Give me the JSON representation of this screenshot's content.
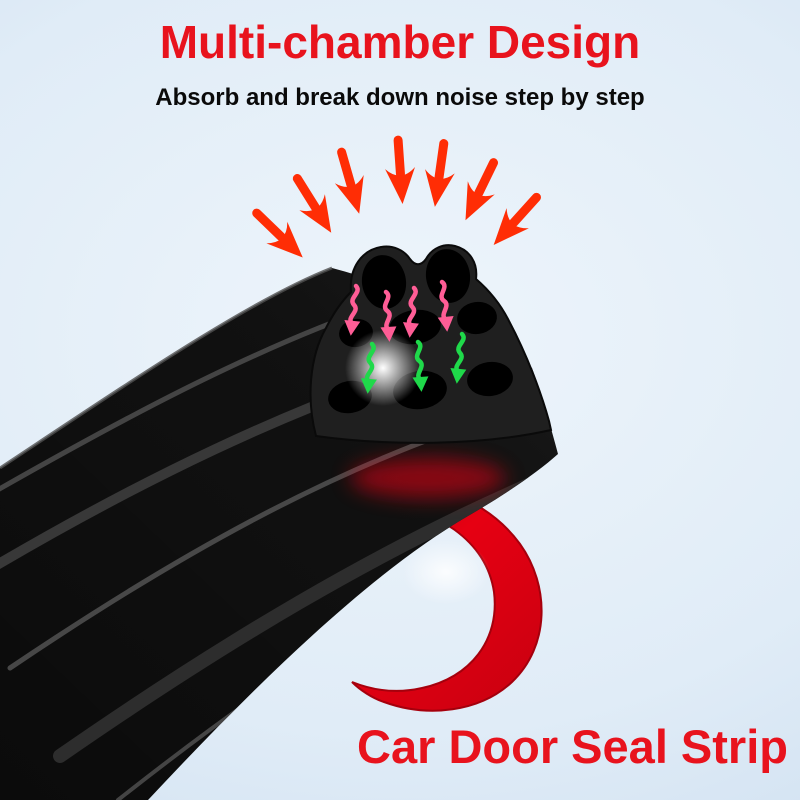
{
  "page": {
    "title": "Multi-chamber Design",
    "subtitle": "Absorb and break down noise step by step",
    "caption": "Car Door Seal Strip"
  },
  "colors": {
    "accent_red": "#e8131d",
    "text_black": "#0a0a0a",
    "background_blue_mid": "#eef5fb",
    "background_blue_edge": "#c7daed",
    "seal_body": "#1f1f1f",
    "seal_hole": "#000000",
    "strip_dark": "#101010",
    "tape_red": "#e60012",
    "noise_arrow_red": "#ff2d05",
    "absorbed_arrow_pink": "#ff5d96",
    "damped_arrow_green": "#1fd94a"
  },
  "icons": {
    "noise_in": "red-arrow",
    "absorbed": "pink-wavy-arrow",
    "damped": "green-wavy-arrow"
  }
}
